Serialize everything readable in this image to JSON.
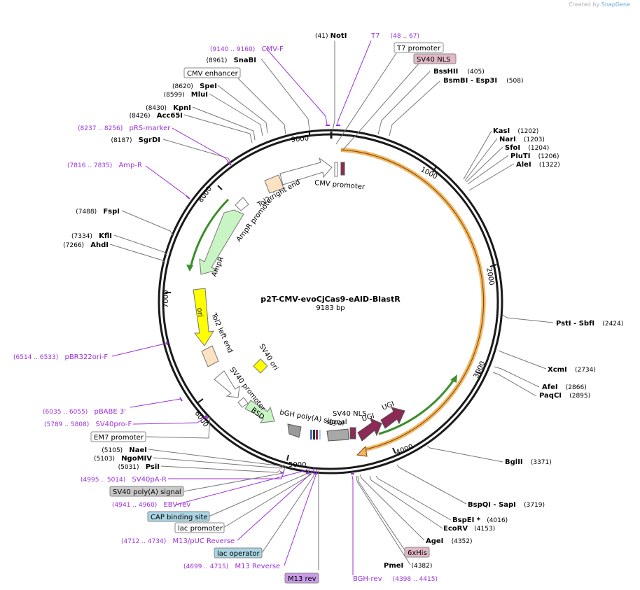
{
  "credit": {
    "prefix": "Created by",
    "brand": "SnapGene"
  },
  "plasmid": {
    "name": "p2T-CMV-evoCjCas9-eAID-BlastR",
    "size": "9183 bp",
    "length": 9183
  },
  "ruler": [
    "1000",
    "2000",
    "3000",
    "4000",
    "5000",
    "6000",
    "7000",
    "8000",
    "9000"
  ],
  "enzymes": {
    "right": [
      {
        "name": "NotI",
        "pos": "(41)"
      },
      {
        "name": "BssHII",
        "pos": "(405)"
      },
      {
        "name": "BsmBI  - Esp3I",
        "pos": "(508)"
      },
      {
        "name": "KasI",
        "pos": "(1202)"
      },
      {
        "name": "NarI",
        "pos": "(1203)"
      },
      {
        "name": "SfoI",
        "pos": "(1204)"
      },
      {
        "name": "PluTI",
        "pos": "(1206)"
      },
      {
        "name": "AleI",
        "pos": "(1322)"
      },
      {
        "name": "PstI  - SbfI",
        "pos": "(2424)"
      },
      {
        "name": "XcmI",
        "pos": "(2734)"
      },
      {
        "name": "AfeI",
        "pos": "(2866)"
      },
      {
        "name": "PaqCI",
        "pos": "(2895)"
      },
      {
        "name": "BglII",
        "pos": "(3371)"
      },
      {
        "name": "BspQI  - SapI",
        "pos": "(3719)"
      },
      {
        "name": "BspEI *",
        "pos": "(4016)"
      },
      {
        "name": "EcoRV",
        "pos": "(4153)"
      },
      {
        "name": "AgeI",
        "pos": "(4352)"
      },
      {
        "name": "PmeI",
        "pos": "(4382)"
      }
    ],
    "left": [
      {
        "name": "SnaBI",
        "pos": "(8961)"
      },
      {
        "name": "SpeI",
        "pos": "(8620)"
      },
      {
        "name": "MluI",
        "pos": "(8599)"
      },
      {
        "name": "KpnI",
        "pos": "(8430)"
      },
      {
        "name": "Acc65I",
        "pos": "(8426)"
      },
      {
        "name": "SgrDI",
        "pos": "(8187)"
      },
      {
        "name": "FspI",
        "pos": "(7488)"
      },
      {
        "name": "KflI",
        "pos": "(7334)"
      },
      {
        "name": "AhdI",
        "pos": "(7266)"
      },
      {
        "name": "NaeI",
        "pos": "(5105)"
      },
      {
        "name": "NgoMIV",
        "pos": "(5103)"
      },
      {
        "name": "PsiI",
        "pos": "(5031)"
      }
    ]
  },
  "primers": [
    {
      "name": "CMV-F",
      "range": "(9140 .. 9160)"
    },
    {
      "name": "T7",
      "range": "(48 .. 67)"
    },
    {
      "name": "pRS-marker",
      "range": "(8237 .. 8256)"
    },
    {
      "name": "Amp-R",
      "range": "(7816 .. 7835)"
    },
    {
      "name": "pBR322ori-F",
      "range": "(6514 .. 6533)"
    },
    {
      "name": "pBABE 3'",
      "range": "(6035 .. 6055)"
    },
    {
      "name": "SV40pro-F",
      "range": "(5789 .. 5808)"
    },
    {
      "name": "SV40pA-R",
      "range": "(4995 .. 5014)"
    },
    {
      "name": "EBV-rev",
      "range": "(4941 .. 4960)"
    },
    {
      "name": "M13/pUC Reverse",
      "range": "(4712 .. 4734)"
    },
    {
      "name": "M13 Reverse",
      "range": "(4699 .. 4715)"
    },
    {
      "name": "BGH-rev",
      "range": "(4398 .. 4415)"
    }
  ],
  "boxed": [
    {
      "name": "T7 promoter",
      "fill": "#ffffff"
    },
    {
      "name": "SV40 NLS",
      "fill": "#e3b9c6"
    },
    {
      "name": "CMV enhancer",
      "fill": "#ffffff"
    },
    {
      "name": "EM7 promoter",
      "fill": "#ffffff"
    },
    {
      "name": "SV40 poly(A) signal",
      "fill": "#c8c8c8"
    },
    {
      "name": "CAP binding site",
      "fill": "#a9d4e2"
    },
    {
      "name": "lac promoter",
      "fill": "#ffffff"
    },
    {
      "name": "lac operator",
      "fill": "#a9d4e2"
    },
    {
      "name": "M13 rev",
      "fill": "#c99ce8"
    },
    {
      "name": "6xHis",
      "fill": "#e3b9c6"
    }
  ],
  "inner_labels": [
    "CMV promoter",
    "Tol2 right end",
    "AmpR promoter",
    "AmpR",
    "ori",
    "Tol2 left end",
    "SV40 ori",
    "SV40 promoter",
    "BSD",
    "bGH poly(A) signal",
    "SV40 NLS",
    "UGI",
    "UGI"
  ],
  "colors": {
    "primer": "#9b30d9",
    "enzyme_line": "#777777",
    "backbone": "#1a1a1a",
    "cas9": "#f2b45c",
    "green": "#3a8f2a",
    "maroon": "#8a2a55",
    "yellow": "#ffff00"
  }
}
